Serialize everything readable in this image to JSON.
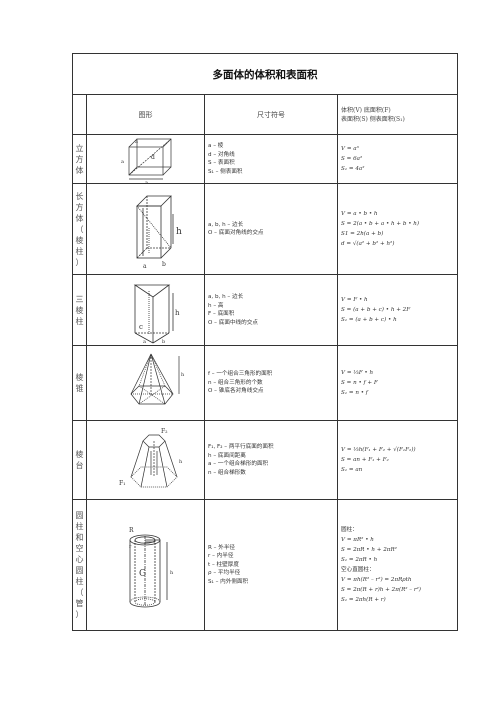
{
  "title": "多面体的体积和表面积",
  "headers": {
    "figure": "图形",
    "symbols": "尺寸符号",
    "formula_line1": "体积(V) 底面积(F)",
    "formula_line2": "表面积(S) 侧表面积(S₁)"
  },
  "rows": [
    {
      "name": [
        "立",
        "方",
        "体"
      ],
      "figure_icon": "cube-figure-icon",
      "figure_labels": [
        "a",
        "a",
        "d",
        "a"
      ],
      "symbols": [
        "a – 棱",
        "d – 对角线",
        "S – 表面积",
        "S₁ – 侧表面积"
      ],
      "formulas": [
        "V = a³",
        "S = 6a²",
        "S₁ = 4a²"
      ]
    },
    {
      "name": [
        "长",
        "方",
        "体",
        "（",
        "棱",
        "柱",
        "）"
      ],
      "figure_icon": "cuboid-figure-icon",
      "figure_labels": [
        "h",
        "a",
        "b"
      ],
      "symbols": [
        "a, b, h – 边长",
        "O – 底面对角线的交点"
      ],
      "formulas": [
        "V = a • b • h",
        "S = 2(a • b + a • h + b • h)",
        "S1 = 2h(a + b)",
        "d = √(a² + b² + h²)"
      ]
    },
    {
      "name": [
        "三",
        "棱",
        "柱"
      ],
      "figure_icon": "triangular-prism-figure-icon",
      "figure_labels": [
        "h",
        "c",
        "a",
        "b"
      ],
      "symbols": [
        "a, b, h – 边长",
        "h – 高",
        "F – 底面积",
        "O – 底面中线的交点"
      ],
      "formulas": [
        "V = F • h",
        "S = (a + b + c) • h + 2F",
        "S₁ = (a + b + c) • h"
      ]
    },
    {
      "name": [
        "棱",
        "锥"
      ],
      "figure_icon": "pyramid-figure-icon",
      "figure_labels": [
        "h"
      ],
      "symbols": [
        "f – 一个组合三角形的面积",
        "n – 组合三角形的个数",
        "O – 锥底各对角线交点"
      ],
      "formulas": [
        "V = ⅓F • h",
        "S = n • f + F",
        "S₁ = n • f"
      ]
    },
    {
      "name": [
        "棱",
        "台"
      ],
      "figure_icon": "frustum-figure-icon",
      "figure_labels": [
        "F₂",
        "F₁",
        "h"
      ],
      "symbols": [
        "F₁, F₂ – 两平行底面的面积",
        "h – 底面间距离",
        "a – 一个组合梯形的面积",
        "n – 组合梯形数"
      ],
      "formulas": [
        "V = ⅓h(F₁ + F₂ + √(F₁F₂))",
        "S = an + F₁ + F₂",
        "S₁ = an"
      ]
    },
    {
      "name": [
        "圆",
        "柱",
        "和",
        "空",
        "心",
        "圆",
        "柱",
        "（",
        "管",
        "）"
      ],
      "figure_icon": "hollow-cylinder-figure-icon",
      "figure_labels": [
        "R",
        "r",
        "G",
        "h"
      ],
      "symbols": [
        "R – 外半径",
        "r – 内半径",
        "t – 柱壁厚度",
        "ρ – 平均半径",
        "S₁ – 内外侧面积"
      ],
      "formulas": [
        "圆柱：",
        "V = πR² • h",
        "S = 2πR • h + 2πR²",
        "S₁ = 2πR • h",
        "空心直圆柱：",
        "V = πh(R² – r²) = 2πRρth",
        "S = 2π(R + r)h + 2π(R² – r²)",
        "S₁ = 2πh(R + r)"
      ]
    }
  ]
}
